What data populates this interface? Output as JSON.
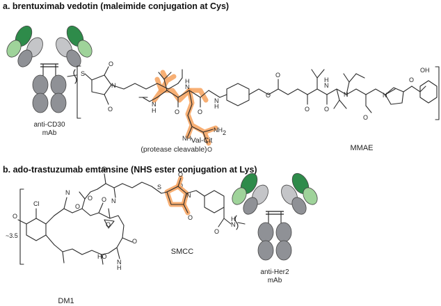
{
  "panel_a": {
    "title": "a. brentuximab vedotin (maleimide conjugation at Cys)",
    "antibody_label_1": "anti-CD30",
    "antibody_label_2": "mAb",
    "linker_label_1": "Val-Cit",
    "linker_label_2": "(protease cleavable)",
    "payload_label": "MMAE",
    "atoms": {
      "S": "S",
      "N": "N",
      "O": "O",
      "H": "H",
      "NH": "NH",
      "NH2": "NH",
      "sub2": "2",
      "OH": "OH"
    }
  },
  "panel_b": {
    "title": "b. ado-trastuzumab emtansine (NHS ester conjugation at Lys)",
    "dar_label": "~3.5",
    "payload_label": "DM1",
    "linker_label": "SMCC",
    "antibody_label_1": "anti-Her2",
    "antibody_label_2": "mAb",
    "atoms": {
      "Cl": "Cl",
      "O": "O",
      "N": "N",
      "S": "S",
      "HO": "HO",
      "H": "H"
    }
  },
  "colors": {
    "highlight": "#f6a15c",
    "dark_green": "#2e8b4a",
    "light_green": "#9fd39a",
    "heavy_gray": "#8f9196",
    "light_gray": "#c4c5c8"
  }
}
